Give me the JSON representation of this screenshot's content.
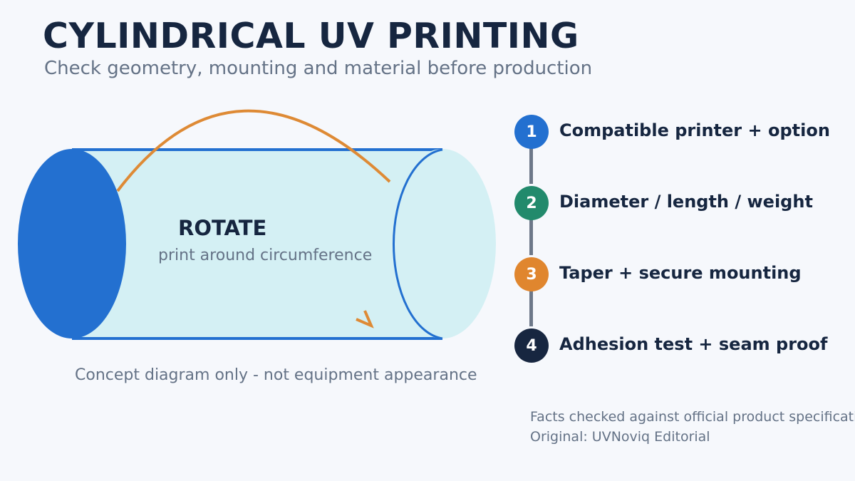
{
  "header": {
    "title": "CYLINDRICAL UV PRINTING",
    "subtitle": "Check geometry, mounting and material before production"
  },
  "diagram": {
    "rotate_label": "ROTATE",
    "rotate_sub": "print around circumference",
    "caption": "Concept diagram only - not equipment appearance",
    "colors": {
      "cylinder_end": "#2370d0",
      "cylinder_body": "#d4f0f4",
      "arrow": "#de8a35"
    }
  },
  "steps": [
    {
      "number": "1",
      "label": "Compatible printer + option",
      "color": "#2370d0"
    },
    {
      "number": "2",
      "label": "Diameter / length / weight",
      "color": "#228a6c"
    },
    {
      "number": "3",
      "label": "Taper + secure mounting",
      "color": "#e0862e"
    },
    {
      "number": "4",
      "label": "Adhesion test + seam proof",
      "color": "#172640"
    }
  ],
  "footer": {
    "line1": "Facts checked against official product specifications",
    "line2": "Original: UVNoviq Editorial"
  }
}
